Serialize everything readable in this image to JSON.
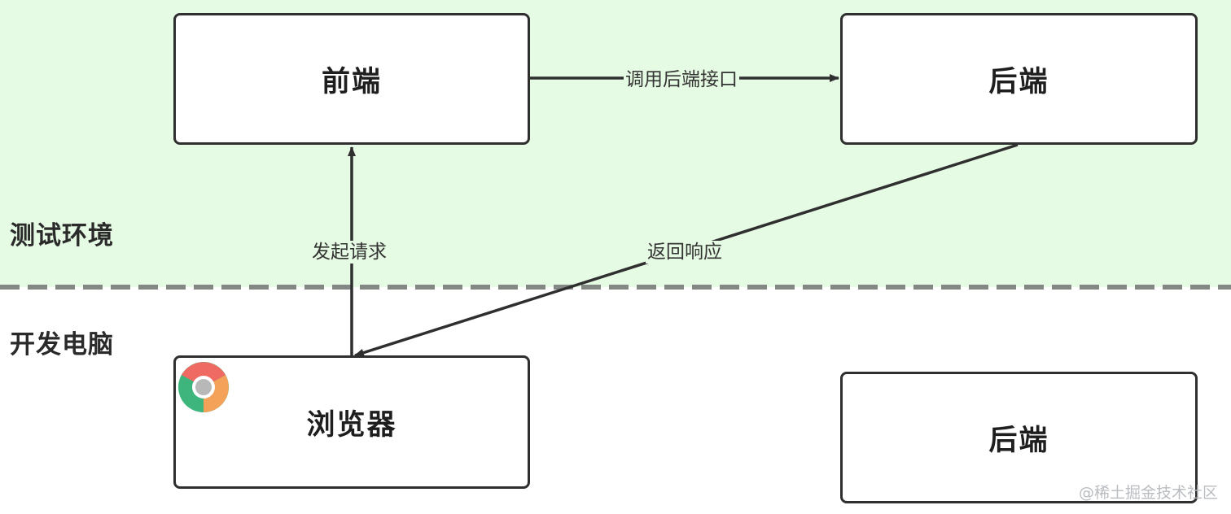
{
  "zones": {
    "test": {
      "label": "测试环境",
      "background": "#e6fbe3"
    },
    "dev": {
      "label": "开发电脑"
    }
  },
  "nodes": {
    "frontend": {
      "label": "前端"
    },
    "backend_test": {
      "label": "后端"
    },
    "browser": {
      "label": "浏览器",
      "icon": "chrome-icon"
    },
    "backend_dev": {
      "label": "后端"
    }
  },
  "edges": [
    {
      "from": "frontend",
      "to": "backend_test",
      "label": "调用后端接口"
    },
    {
      "from": "browser",
      "to": "frontend",
      "label": "发起请求"
    },
    {
      "from": "backend_test",
      "to": "browser",
      "label": "返回响应"
    }
  ],
  "watermark": "@稀土掘金技术社区",
  "colors": {
    "divider": "#848884",
    "box_border": "#2f2f2f",
    "arrow": "#2f2f2f",
    "chrome_red": "#ef6a63",
    "chrome_green": "#3db57c",
    "chrome_yellow": "#f4a25a",
    "chrome_center": "#b8b8b8"
  }
}
